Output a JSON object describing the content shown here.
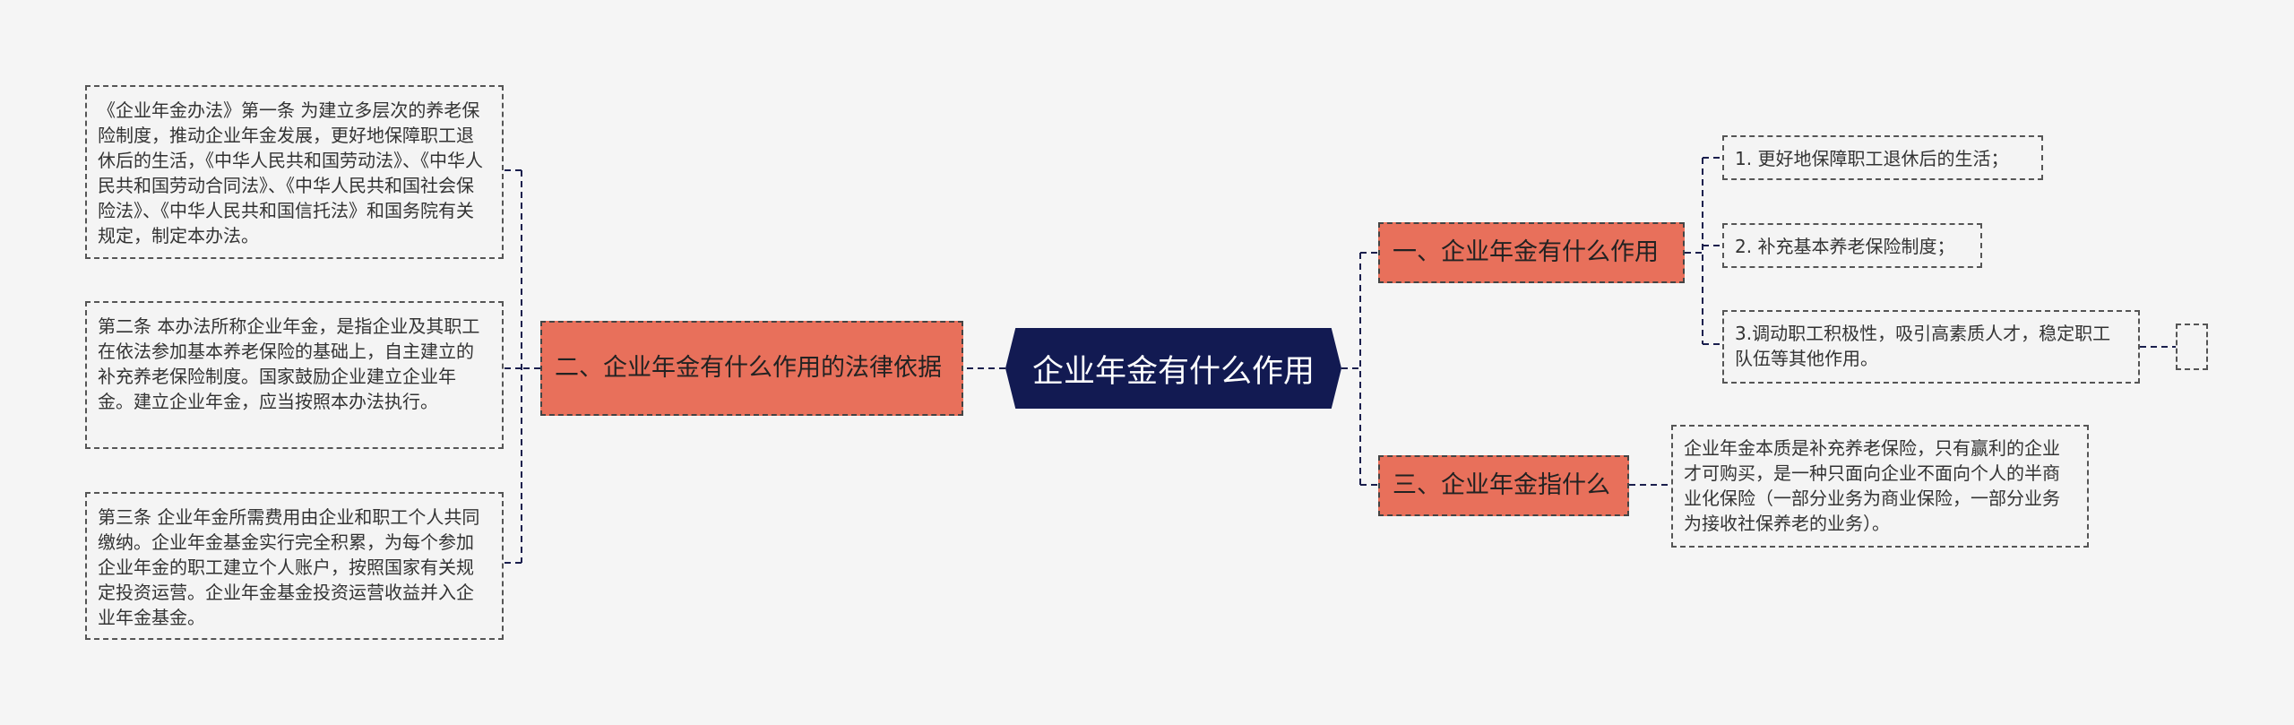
{
  "root": {
    "label": "企业年金有什么作用"
  },
  "branches": {
    "role": {
      "label": "一、企业年金有什么作用"
    },
    "basis": {
      "label": "二、企业年金有什么作用的法律依据"
    },
    "what": {
      "label": "三、企业年金指什么"
    }
  },
  "role_items": [
    "1. 更好地保障职工退休后的生活；",
    "2. 补充基本养老保险制度；",
    "3.调动职工积极性，吸引高素质人才，稳定职工队伍等其他作用。"
  ],
  "basis_items": [
    "《企业年金办法》第一条 为建立多层次的养老保险制度，推动企业年金发展，更好地保障职工退休后的生活，《中华人民共和国劳动法》、《中华人民共和国劳动合同法》、《中华人民共和国社会保险法》、《中华人民共和国信托法》和国务院有关规定，制定本办法。",
    "第二条 本办法所称企业年金，是指企业及其职工在依法参加基本养老保险的基础上，自主建立的补充养老保险制度。国家鼓励企业建立企业年金。建立企业年金，应当按照本办法执行。",
    "第三条 企业年金所需费用由企业和职工个人共同缴纳。企业年金基金实行完全积累，为每个参加企业年金的职工建立个人账户，按照国家有关规定投资运营。企业年金基金投资运营收益并入企业年金基金。"
  ],
  "what_item": "企业年金本质是补充养老保险，只有赢利的企业才可购买，是一种只面向企业不面向个人的半商业化保险（一部分业务为商业保险，一部分业务为接收社保养老的业务）。",
  "colors": {
    "root": "#121a52",
    "branch": "#e8705b",
    "line": "#1a1f4d"
  }
}
